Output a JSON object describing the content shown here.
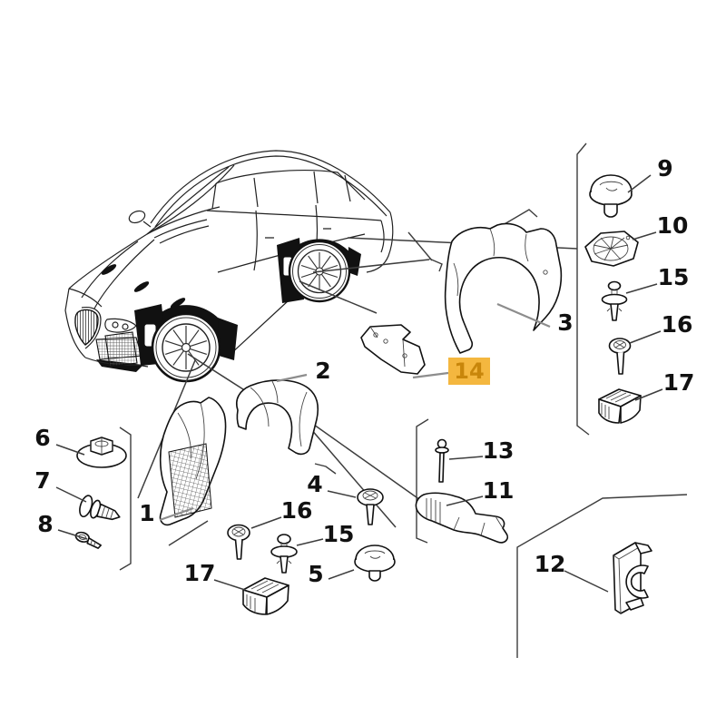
{
  "page": {
    "background": "#ffffff"
  },
  "diagram": {
    "type": "exploded-parts-diagram",
    "subject": "vehicle wheelhouse liners, shields and fixing clips",
    "colors": {
      "outline": "#111111",
      "leader_gray": "#8d8d8d",
      "frame": "#3d3d3d",
      "part_fill": "#ffffff"
    },
    "highlight": {
      "bg": "#F4B73F",
      "text": "#C8860B"
    },
    "selected_callout": "14",
    "callouts": [
      {
        "id": "1",
        "label": "1",
        "shape": "front-wheelhouse-liner-with-mesh"
      },
      {
        "id": "2",
        "label": "2",
        "shape": "front-wheelhouse-liner-shell"
      },
      {
        "id": "3",
        "label": "3",
        "shape": "rear-wheelhouse-liner"
      },
      {
        "id": "4",
        "label": "4",
        "shape": "washer-head-screw"
      },
      {
        "id": "5",
        "label": "5",
        "shape": "push-pin-clip"
      },
      {
        "id": "6",
        "label": "6",
        "shape": "flanged-nut"
      },
      {
        "id": "7",
        "label": "7",
        "shape": "expansion-rivet"
      },
      {
        "id": "8",
        "label": "8",
        "shape": "small-screw"
      },
      {
        "id": "9",
        "label": "9",
        "shape": "mushroom-push-clip"
      },
      {
        "id": "10",
        "label": "10",
        "shape": "fan-washer-grommet"
      },
      {
        "id": "11",
        "label": "11",
        "shape": "support-bracket"
      },
      {
        "id": "12",
        "label": "12",
        "shape": "pipe-clip"
      },
      {
        "id": "13",
        "label": "13",
        "shape": "long-bolt"
      },
      {
        "id": "14",
        "label": "14",
        "shape": "shield-bracket",
        "highlighted": true
      },
      {
        "id": "15a",
        "label": "15",
        "shape": "push-rivet"
      },
      {
        "id": "15b",
        "label": "15",
        "shape": "push-rivet"
      },
      {
        "id": "16a",
        "label": "16",
        "shape": "self-tapping-screw"
      },
      {
        "id": "16b",
        "label": "16",
        "shape": "self-tapping-screw"
      },
      {
        "id": "17a",
        "label": "17",
        "shape": "cage-nut-clip"
      },
      {
        "id": "17b",
        "label": "17",
        "shape": "cage-nut-clip"
      }
    ]
  }
}
